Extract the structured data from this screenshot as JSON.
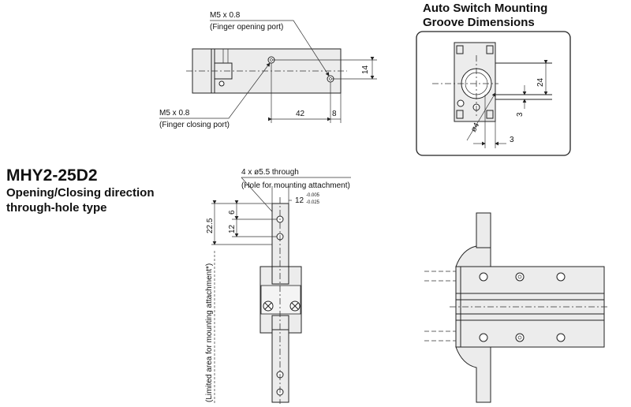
{
  "title": {
    "model": "MHY2-25D2",
    "line1": "Opening/Closing direction",
    "line2": "through-hole type"
  },
  "switch_box": {
    "title1": "Auto Switch Mounting",
    "title2": "Groove Dimensions",
    "dims": {
      "d24": "24",
      "d3a": "3",
      "d3b": "3",
      "phi4": "ø4"
    }
  },
  "top_view": {
    "port1_a": "M5 x 0.8",
    "port1_b": "(Finger opening port)",
    "port2_a": "M5 x 0.8",
    "port2_b": "(Finger closing port)",
    "dims": {
      "d42": "42",
      "d8": "8",
      "d14": "14"
    }
  },
  "front_view": {
    "hole_a": "4 x ø5.5 through",
    "hole_b": "(Hole for mounting attachment)",
    "dims": {
      "d12w": "12",
      "tol_up": "-0.005",
      "tol_dn": "-0.025",
      "d6": "6",
      "d12": "12",
      "d22_5": "22.5"
    },
    "limited": "(Limited area for mounting attachment*)"
  },
  "colors": {
    "line": "#222222",
    "part_fill": "#ececec",
    "text": "#111111"
  }
}
